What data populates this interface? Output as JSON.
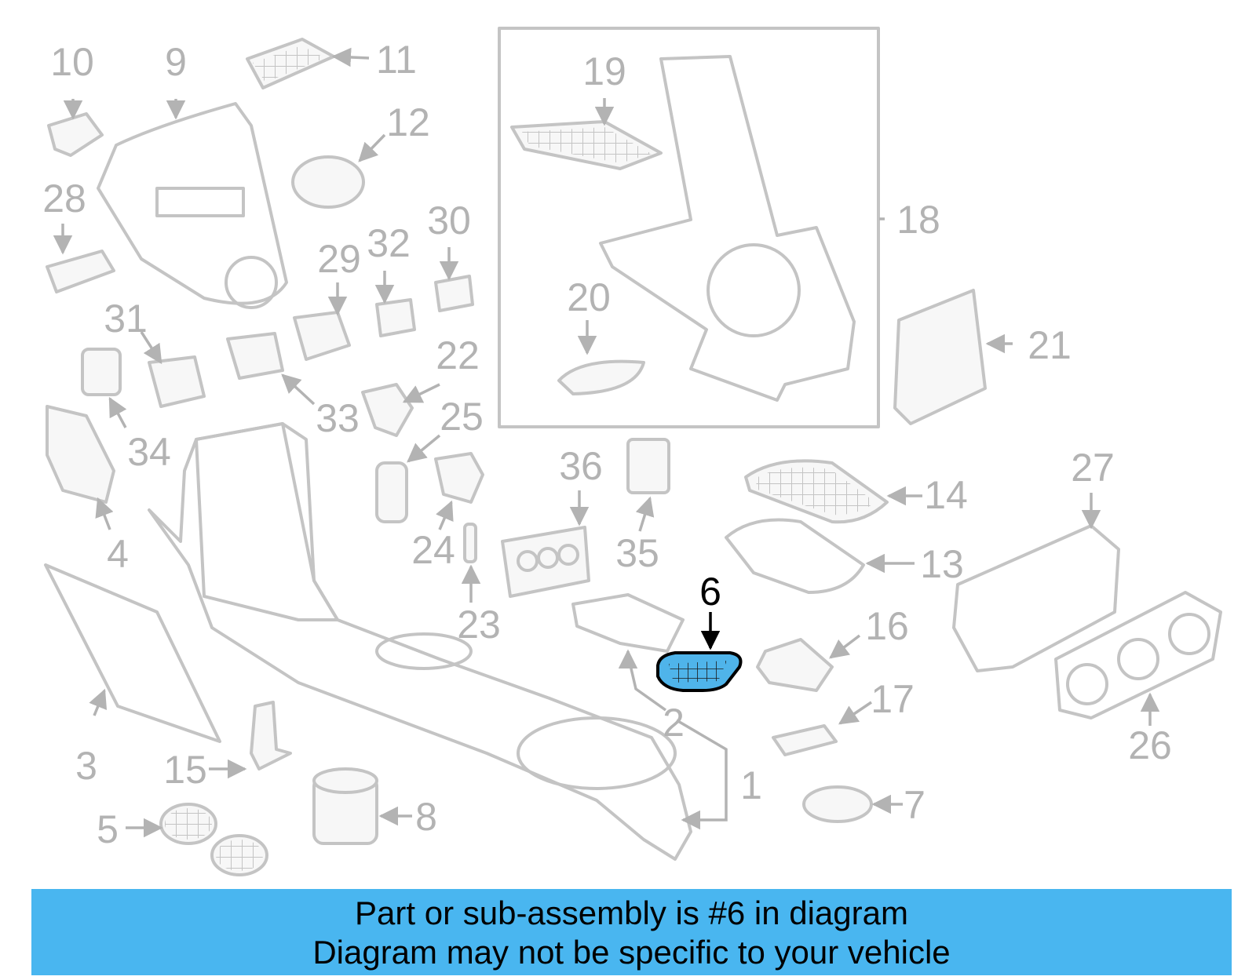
{
  "diagram": {
    "labels": {
      "p1": "1",
      "p2": "2",
      "p3": "3",
      "p4": "4",
      "p5": "5",
      "p6": "6",
      "p7": "7",
      "p8": "8",
      "p9": "9",
      "p10": "10",
      "p11": "11",
      "p12": "12",
      "p13": "13",
      "p14": "14",
      "p15": "15",
      "p16": "16",
      "p17": "17",
      "p18": "18",
      "p19": "19",
      "p20": "20",
      "p21": "21",
      "p22": "22",
      "p23": "23",
      "p24": "24",
      "p25": "25",
      "p26": "26",
      "p27": "27",
      "p28": "28",
      "p29": "29",
      "p30": "30",
      "p31": "31",
      "p32": "32",
      "p33": "33",
      "p34": "34",
      "p35": "35",
      "p36": "36"
    },
    "highlighted_part": "6",
    "colors": {
      "highlight_fill": "#4fb4ea",
      "caption_background": "#49b6f0",
      "line_art": "#c4c4c4"
    }
  },
  "caption": {
    "line1": "Part or sub-assembly is #6 in diagram",
    "line2": "Diagram may not be specific to your vehicle"
  }
}
